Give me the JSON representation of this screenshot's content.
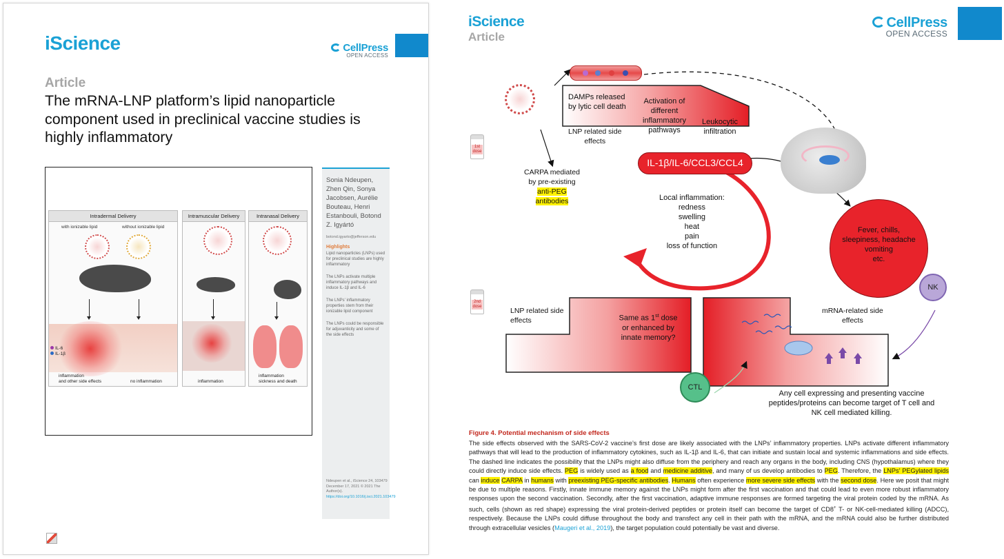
{
  "left_page": {
    "journal": "iScience",
    "publisher": "CellPress",
    "publisher_sub": "OPEN ACCESS",
    "article_type": "Article",
    "title": "The mRNA-LNP platform’s lipid nanoparticle component used in preclinical vaccine studies is highly inflammatory",
    "graphical_abstract": {
      "panels": [
        {
          "heading": "Intradermal Delivery",
          "sub_left": "with ionizable lipid",
          "sub_right": "without ionizable lipid",
          "caption_left": "inflammation\nand other side effects",
          "caption_right": "no inflammation"
        },
        {
          "heading": "Intramuscular Delivery",
          "caption": "inflammation"
        },
        {
          "heading": "Intranasal Delivery",
          "caption": "inflammation\nsickness and death"
        }
      ],
      "legend": [
        "IL-6",
        "IL-1β"
      ]
    },
    "sidebar": {
      "authors": "Sonia Ndeupen, Zhen Qin, Sonya Jacobsen, Aurélie Bouteau, Henri Estanbouli, Botond Z. Igyártó",
      "email": "botond.igyarto@jefferson.edu",
      "highlights_heading": "Highlights",
      "highlights": [
        "Lipid nanoparticles (LNPs) used for preclinical studies are highly inflammatory",
        "The LNPs activate multiple inflammatory pathways and induce IL-1β and IL-6",
        "The LNPs’ inflammatory properties stem from their ionizable lipid component",
        "The LNPs could be responsible for adjuvanticity and some of the side effects"
      ],
      "citation": "Ndeupen et al., iScience 24, 103479\nDecember 17, 2021 © 2021 The Author(s).",
      "doi": "https://doi.org/10.1016/j.isci.2021.103479"
    }
  },
  "right_page": {
    "journal": "iScience",
    "article_type": "Article",
    "publisher": "CellPress",
    "publisher_sub": "OPEN ACCESS",
    "figure": {
      "damps": "DAMPs released\nby lytic cell death",
      "activation": "Activation of\ndifferent\ninflammatory\npathways",
      "leukocytic": "Leukocytic\ninfiltration",
      "lnp_related_top": "LNP related side\neffects",
      "cytokines": "IL-1β/IL-6/CCL3/CCL4",
      "carpa_1": "CARPA mediated",
      "carpa_2": "by pre-existing",
      "carpa_hl_1": "anti-PEG",
      "carpa_hl_2": "antibodies",
      "dose1_label": "1st dose",
      "dose2_label": "2nd dose",
      "local_inflammation": "Local inflammation:\nredness\nswelling\nheat\npain\nloss of function",
      "systemic": "Fever, chills,\nsleepiness, headache\nvomiting\netc.",
      "lnp_related_bottom": "LNP related side\neffects",
      "same_as_first_a": "Same as 1",
      "same_as_first_sup": "st",
      "same_as_first_b": " dose\nor enhanced by\ninnate memory?",
      "mrna_related": "mRNA-related side\neffects",
      "nk": "NK",
      "ctl": "CTL",
      "killing": "Any cell  expressing and presenting  vaccine\npeptides/proteins can become target of T cell and\nNK cell mediated killing."
    },
    "caption_heading": "Figure 4.  Potential mechanism of side effects",
    "caption": {
      "p1": "The side effects observed with the SARS-CoV-2 vaccine’s first dose are likely associated with the LNPs’ inflammatory properties. LNPs activate different inflammatory pathways that will lead to the production of inflammatory cytokines, such as IL-1β and IL-6, that can initiate and sustain local and systemic inflammations and side effects. The dashed line indicates the possibility that the LNPs might also diffuse from the periphery and reach any organs in the body, including CNS (hypothalamus) where they could directly induce side effects. ",
      "hl_peg": "PEG",
      "t1": " is widely used as ",
      "hl_food": "a food",
      "t2": " and ",
      "hl_medicine": "medicine additive",
      "t3": ", and many of us develop antibodies to ",
      "hl_peg2": "PEG",
      "t4": ". Therefore, the ",
      "hl_lnps": "LNPs’ PEGylated lipids",
      "t5": " can ",
      "hl_induce": "induce",
      "t6": " ",
      "hl_carpa": "CARPA",
      "t7": " in ",
      "hl_humans": "humans",
      "t8": " with ",
      "hl_preexisting": "preexisting PEG-specific antibodies",
      "t9": ". ",
      "hl_humans2": "Humans",
      "t10": " often experience ",
      "hl_severe": "more severe side effects",
      "t11": " with the ",
      "hl_second": "second dose",
      "t12": ". Here we posit that might be due to multiple reasons. Firstly, innate immune memory against the LNPs might form after the first vaccination and that could lead to even more robust inflammatory responses upon the second vaccination. Secondly, after the first vaccination, adaptive immune responses are formed targeting the viral protein coded by the mRNA. As such, cells (shown as red shape) expressing the viral protein-derived peptides or protein itself can become the target of CD8",
      "sup_plus": "+",
      "t13": " T- or NK-cell-mediated killing (ADCC), respectively. Because the LNPs could diffuse throughout the body and transfect any cell in their path with the mRNA, and the mRNA could also be further distributed through extracellular vesicles (",
      "ref": "Maugeri et al., 2019",
      "t14": "), the target population could potentially be vast and diverse."
    }
  },
  "colors": {
    "journal_blue": "#1aa1d5",
    "cellpress_block": "#1189cc",
    "figure_red": "#e8232b",
    "highlight_yellow": "#fff200",
    "caption_heading_red": "#c2281e"
  }
}
